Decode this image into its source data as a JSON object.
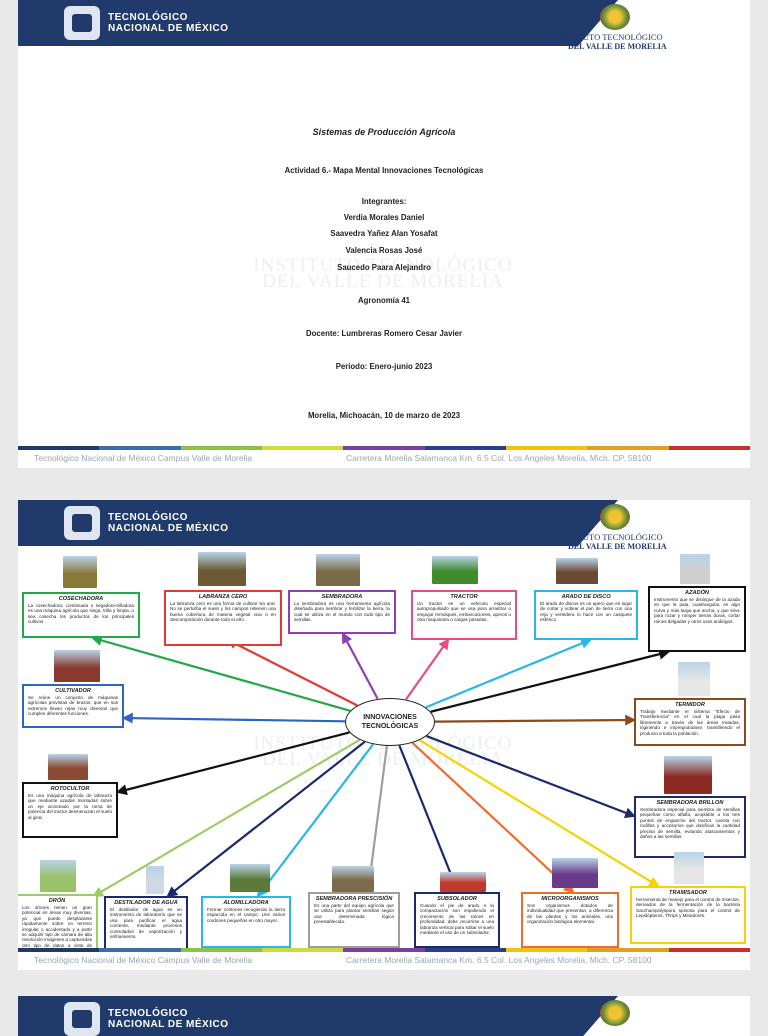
{
  "header": {
    "tec_name_line1": "TECNOLÓGICO",
    "tec_name_line2": "NACIONAL DE MÉXICO",
    "itv_name_line1": "INSTITUTO TECNOLÓGICO",
    "itv_name_line2": "DEL VALLE DE MORELIA"
  },
  "footer": {
    "left": "Tecnológico Nacional de México Campus Valle de Morelia",
    "right": "Carretera Morelia Salamanca Km. 6.5 Col. Los Angeles Morelia, Mich. CP. 58100",
    "colors": [
      "#1f3a6b",
      "#3a6ea5",
      "#8bc34a",
      "#cddc39",
      "#7b3f9e",
      "#2b3f8c",
      "#f4c20d",
      "#e0a020",
      "#c9302c"
    ]
  },
  "watermark": {
    "line1": "INSTITUTO TECNOLÓGICO",
    "line2": "DEL VALLE DE MORELIA"
  },
  "cover": {
    "subject": "Sistemas de Producción Agrícola",
    "activity": "Actividad 6.- Mapa Mental Innovaciones Tecnológicas",
    "members_label": "Integrantes:",
    "members": [
      "Verdia Morales Daniel",
      "Saavedra Yañez Alan Yosafat",
      "Valencia Rosas José",
      "Saucedo Paara Alejandro"
    ],
    "group": "Agronomía 41",
    "teacher": "Docente: Lumbreras Romero Cesar Javier",
    "period": "Periodo: Enero-junio 2023",
    "place_date": "Morelia, Michoacán, 10 de marzo de 2023"
  },
  "mindmap": {
    "center_line1": "INNOVACIONES",
    "center_line2": "TECNOLÓGICAS",
    "nodes": [
      {
        "title": "COSECHADORA",
        "text": "La cosechadora, combinada o segadora-trilladora es una máquina agrícola que siega, trilla y limpia, o sea cosecha los productos de los principales cultivos",
        "color": "#22a845"
      },
      {
        "title": "LABRANZA CERO",
        "text": "La labranza cero es una forma de cultivar sin arar. No se perturba el suelo y los campos retienen una buena cobertura de materia vegetal viva o en descomposición durante todo el año.",
        "color": "#e53935"
      },
      {
        "title": "SEMBRADORA",
        "text": "La sembradora es una herramienta agrícola diseñada para sembrar y fertilizar la tierra, la cual se utiliza en el mundo con todo tipo de semillas.",
        "color": "#8e3fb0"
      },
      {
        "title": "TRACTOR",
        "text": "Un tractor es un vehículo especial autopropulsado que se usa para arrastrar o empujar remolques, embarcaciones, aperos u otra maquinaria o cargas pesadas.",
        "color": "#e84b8a"
      },
      {
        "title": "ARADO DE DISCO",
        "text": "El arado de discos es un apero que en lugar de cortar y voltear el pan de tierra con una reja y vertedera lo hace con un casquete esférico.",
        "color": "#29b6e8"
      },
      {
        "title": "AZADÓN",
        "text": "Instrumento que se distingue de la azada en que la pala, cuadrangular, es algo curva y más larga que ancha, y que sirve para rozar y romper tierras duras, cortar raíces delgadas y otros usos análogos.",
        "color": "#111111"
      },
      {
        "title": "CULTIVADOR",
        "text": "Se reúne un conjunto de máquinas agrícolas provistas de brazos, que en sus extremos llevan rejas muy diversas que cumplen diferentes funciones.",
        "color": "#2f65c2"
      },
      {
        "title": "TERMIDOR",
        "text": "Trabajo mediante el sistema \"Efecto de Transferencia\" en el cual la plaga pasa libremente a través de las áreas tratadas, ingiriendo e impregnándose, transfiriendo el producto a toda la población.",
        "color": "#8a4a1f"
      },
      {
        "title": "ROTOCULTOR",
        "text": "Es una máquina agrícola de labranza que mediante azadas montadas sobre un eje accionado por la toma de potencia del tractor desmenuzan el suelo al girar.",
        "color": "#111111"
      },
      {
        "title": "SEMBRADORA BRILLON",
        "text": "Sembradora especial para siembra de semillas pequeñas como alfalfa, acoplable a los tres puntos de enganche del tractor, cuenta con rodillos y accesorios que dosifican la cantidad precisa de semilla, evitando atascamientos y daños a las semillas.",
        "color": "#1b2a6b"
      },
      {
        "title": "DRÓN",
        "text": "Los drones tienen un gran potencial en áreas muy diversas, ya que puede desplazarse rápidamente sobre un terreno irregular o accidentado y a partir se adquirir tipo de cámara de alta resolución imágenes a capturadas otro tipo de datos a vista de pájaro.",
        "color": "#9ccc65"
      },
      {
        "title": "DESTILADOR DE AGUA",
        "text": "El destilador de agua es un instrumento de laboratorio que se usa para purificar el agua corriente, mediante procesos controlados de vaporización y enfriamiento.",
        "color": "#1b2a6b"
      },
      {
        "title": "ALOMILLADORA",
        "text": "Formar contones recogiendo la tierra esparcida en el campo. Unir varios cordones pequeños en otro mayor.",
        "color": "#29b6e8"
      },
      {
        "title": "SEMBRADORA PRESCISIÓN",
        "text": "Es una parte del equipo agrícola que se utiliza para plantar semillas según una determinada lógica preestablecida.",
        "color": "#9e9e9e"
      },
      {
        "title": "SUBSOLADOR",
        "text": "Cuando el pie de arado o la compactación son impidiendo el crecimiento de las raíces en profundidad, debe recurrirse a una labranza vertical para soltar el suelo mediante el uso de un subsolador.",
        "color": "#1b2a6b"
      },
      {
        "title": "MICROORGANISMOS",
        "text": "Son organismos dotados de individualidad que presentan, a diferencia de las plantas y los animales, una organización biológica elemental.",
        "color": "#ef6c2b"
      },
      {
        "title": "TRAMISADOR",
        "text": "herramienta de manejo para el control de insectos, derivados de la fermentación de la bacteria Saccharopolyspora spinosa para el control de Lepidópteros, Thrips y Minadores.",
        "color": "#f4d400"
      }
    ]
  }
}
